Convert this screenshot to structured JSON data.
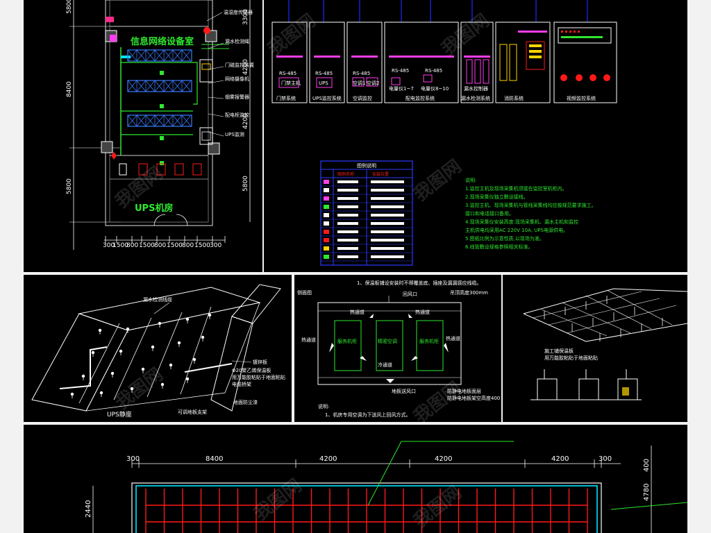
{
  "top_left": {
    "room_title": "信息网络设备室",
    "ups_label": "UPS机房",
    "left_dims": [
      "5800",
      "8400",
      "5800"
    ],
    "right_dims": [
      "3300",
      "4200",
      "4200",
      "5800"
    ],
    "bottom_dims": [
      "300",
      "1500",
      "800",
      "1500",
      "800",
      "1500",
      "800",
      "1500",
      "300"
    ],
    "callouts": [
      "温湿度传感器",
      "漏水检测绳",
      "门磁监控装置",
      "网络摄像机",
      "烟雾报警器",
      "配电柜监控",
      "UPS监测"
    ]
  },
  "top_right": {
    "bus_labels": [
      "RS-485",
      "RS-485",
      "RS-485",
      "RS-485",
      "RS-485"
    ],
    "subsystems": [
      "门禁系统",
      "UPS监控系统",
      "空调监控",
      "配电监控系统",
      "漏水检测系统",
      "消防系统",
      "视频监控系统"
    ],
    "boxes": [
      "门禁主机",
      "UPS",
      "空调1",
      "空调2",
      "电量仪1~7",
      "电量仪8~10",
      "漏水控制器"
    ],
    "legend_title": "图例说明",
    "legend_headers": [
      "图例名称",
      "安装位置"
    ],
    "notes_title": "说明:",
    "notes": [
      "1.监控主机及现场采集机须接在监控室机柜内。",
      "2.现场采集仪独立敷设接线。",
      "3.监控主机、现场采集机与管线采集线均应按规范要求施工。",
      "接口和电话接口备用。",
      "4.现场采集仪安装高度:现场采集机、漏水主机和监控",
      "主机供电均采用AC 220V 10A, UPS电源供电。",
      "5.图纸比例为示意性质,以现场为准。",
      "6.线管敷设规格参照相关标准。"
    ]
  },
  "mid_left": {
    "labels": [
      "漏水检测线缆",
      "镀锌板",
      "Φ20聚乙烯保温板",
      "电缆桥架",
      "地面防尘漆",
      "可调地板支架",
      "UPS静座"
    ],
    "sub_labels": [
      "用万能胶粘贴于地面粘贴",
      "地面防尘漆"
    ]
  },
  "mid_center": {
    "note_top": "1、保温板铺设安装时不得覆盖底、插座及漏漏感应线缆。",
    "side_label": "侧面图",
    "return_label": "回风口",
    "height_label": "吊顶高度300mm",
    "hot_aisles": [
      "热通道",
      "热通道",
      "热通道",
      "热通道"
    ],
    "cold_aisle": "冷通道",
    "cabinets": [
      "服务机柜",
      "精密空调",
      "服务机柜"
    ],
    "floor_vent": "地板送风口",
    "floor_notes": [
      "防静电地板面层",
      "防静电地板架空高度400"
    ],
    "notes_title": "说明:",
    "notes": [
      "1、机房专用空调为下送风上回风方式。"
    ]
  },
  "mid_right": {
    "labels": [
      "施工铺保温板",
      "用万能胶粘贴于地面粘贴"
    ]
  },
  "bottom": {
    "top_dims": [
      "300",
      "8400",
      "4200",
      "4200",
      "4200",
      "300"
    ],
    "left_dims": [
      "2440"
    ],
    "right_dims": [
      "400",
      "4780"
    ]
  },
  "watermark": "我图网",
  "colors": {
    "background": "#000000",
    "frame": "#ffffff",
    "accent_green": "#2ee82e",
    "accent_cyan": "#00e5ff",
    "accent_magenta": "#ff3df0",
    "accent_red": "#ff1a1a",
    "accent_blue": "#1a2bff",
    "accent_yellow": "#ffd400"
  }
}
